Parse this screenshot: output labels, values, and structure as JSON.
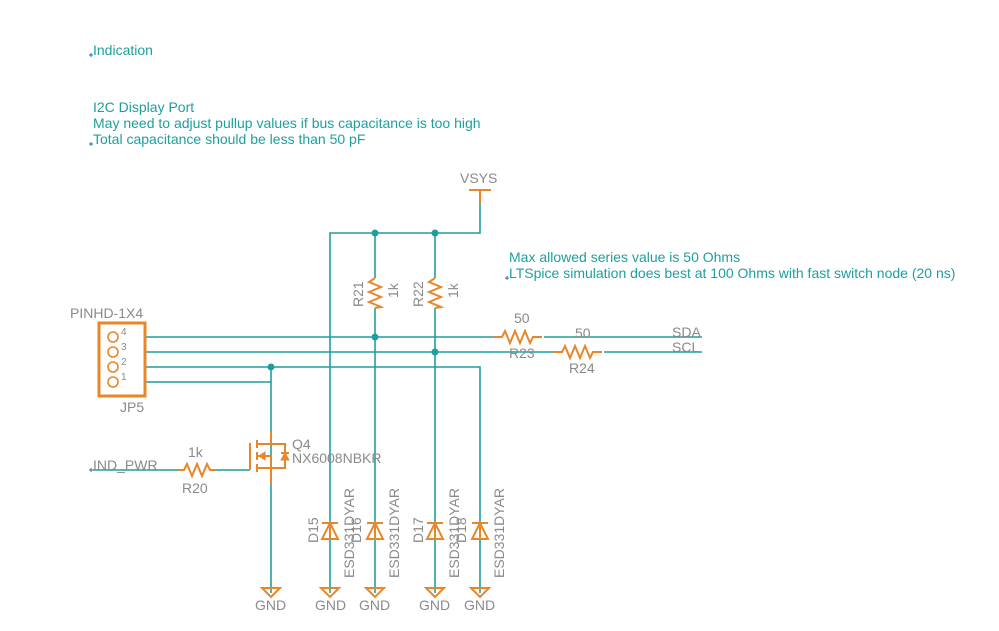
{
  "notes": {
    "indication": "Indication",
    "i2c_line1": "I2C Display Port",
    "i2c_line2": "May need to adjust pullup values if bus capacitance is too high",
    "i2c_line3": "Total capacitance should be less than 50 pF",
    "series_line1": "Max allowed series value is 50 Ohms",
    "series_line2": "LTSpice simulation does best at 100 Ohms with fast switch node (20 ns)"
  },
  "power": {
    "vsys": "VSYS",
    "gnd": "GND"
  },
  "nets": {
    "sda": "SDA",
    "scl": "SCL",
    "ind_pwr": "IND_PWR"
  },
  "header": {
    "value": "PINHD-1X4",
    "name": "JP5",
    "pins": [
      "4",
      "3",
      "2",
      "1"
    ]
  },
  "resistors": {
    "r21": {
      "name": "R21",
      "value": "1k"
    },
    "r22": {
      "name": "R22",
      "value": "1k"
    },
    "r23": {
      "name": "R23",
      "value": "50"
    },
    "r24": {
      "name": "R24",
      "value": "50"
    },
    "r20": {
      "name": "R20",
      "value": "1k"
    }
  },
  "mosfet": {
    "name": "Q4",
    "value": "NX6008NBKR"
  },
  "diodes": [
    {
      "name": "D15",
      "value": "ESD331DYAR"
    },
    {
      "name": "D16",
      "value": "ESD331DYAR"
    },
    {
      "name": "D17",
      "value": "ESD331DYAR"
    },
    {
      "name": "D18",
      "value": "ESD331DYAR"
    }
  ],
  "colors": {
    "wire": "#1f9e9e",
    "part": "#e8872a",
    "label": "#8a8a8a"
  }
}
